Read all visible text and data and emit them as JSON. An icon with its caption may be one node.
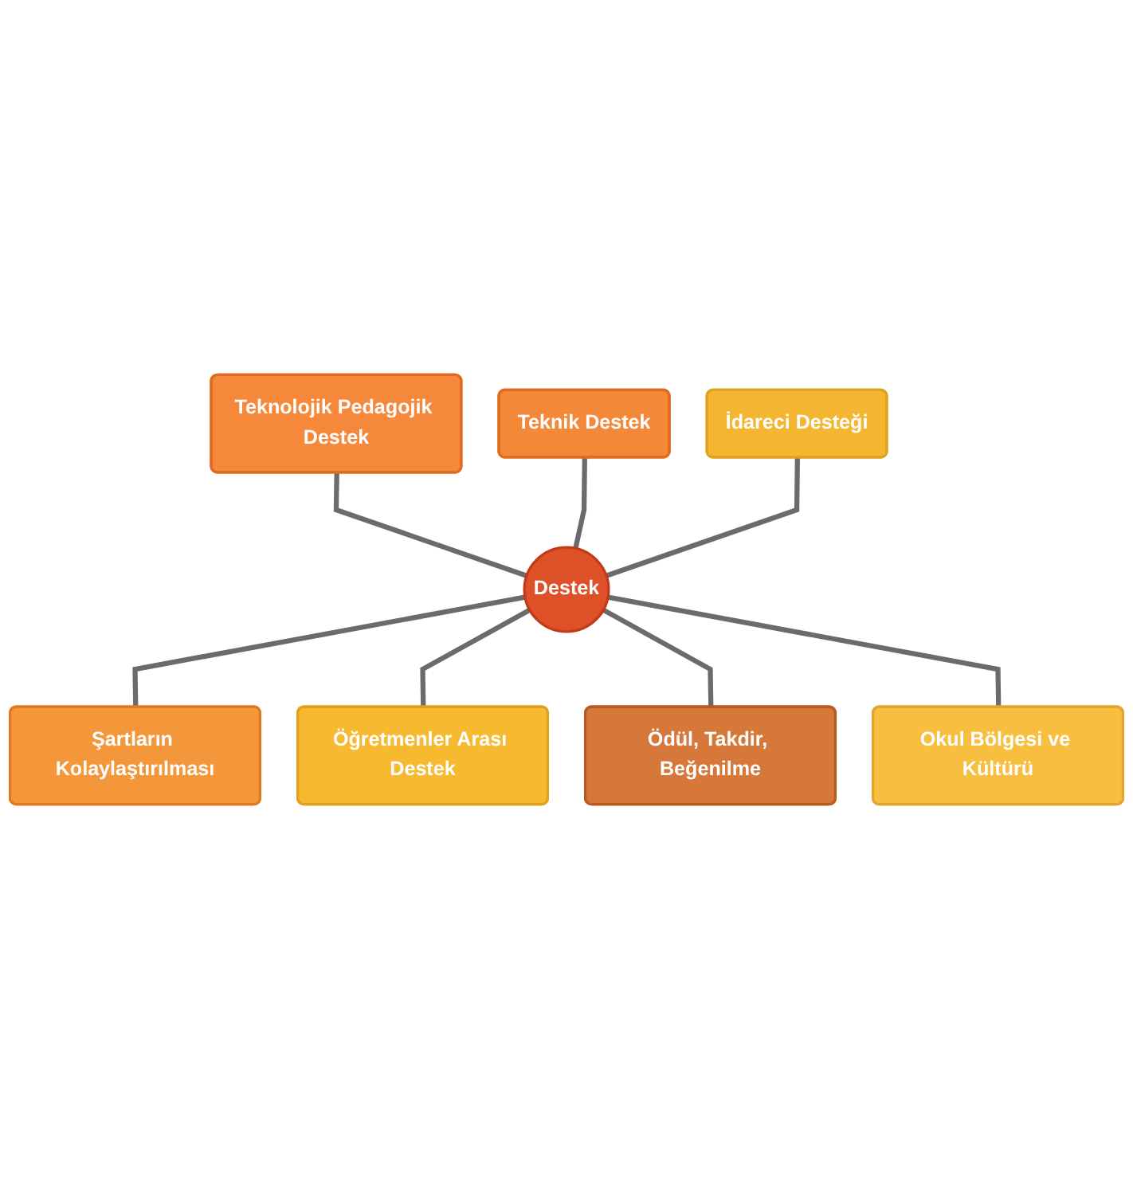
{
  "diagram": {
    "nodes": [
      {
        "text": [
          "Teknolojik Pedagojik Destek"
        ]
      },
      {
        "text": [
          "Teknik Destek"
        ]
      },
      {
        "text": [
          "İdareci Desteği"
        ]
      },
      {
        "text": [
          "Şartların Kolaylaştırılması"
        ]
      },
      {
        "text": [
          "Destek"
        ]
      },
      {
        "text": [
          "Öğretmenler Arası Destek"
        ]
      },
      {
        "text": [
          "Ödül, Takdir, Beğenilme"
        ]
      },
      {
        "text": [
          "Okul Bölgesi ve Kültürü"
        ]
      }
    ],
    "edges": [
      {
        "from": 0,
        "to": 4,
        "arrow": "none"
      },
      {
        "from": 1,
        "to": 4,
        "arrow": "none"
      },
      {
        "from": 2,
        "to": 4,
        "arrow": "none"
      },
      {
        "from": 4,
        "to": 3,
        "arrow": "none"
      },
      {
        "from": 4,
        "to": 5,
        "arrow": "none"
      },
      {
        "from": 4,
        "to": 6,
        "arrow": "none"
      },
      {
        "from": 4,
        "to": 7,
        "arrow": "none"
      }
    ]
  }
}
